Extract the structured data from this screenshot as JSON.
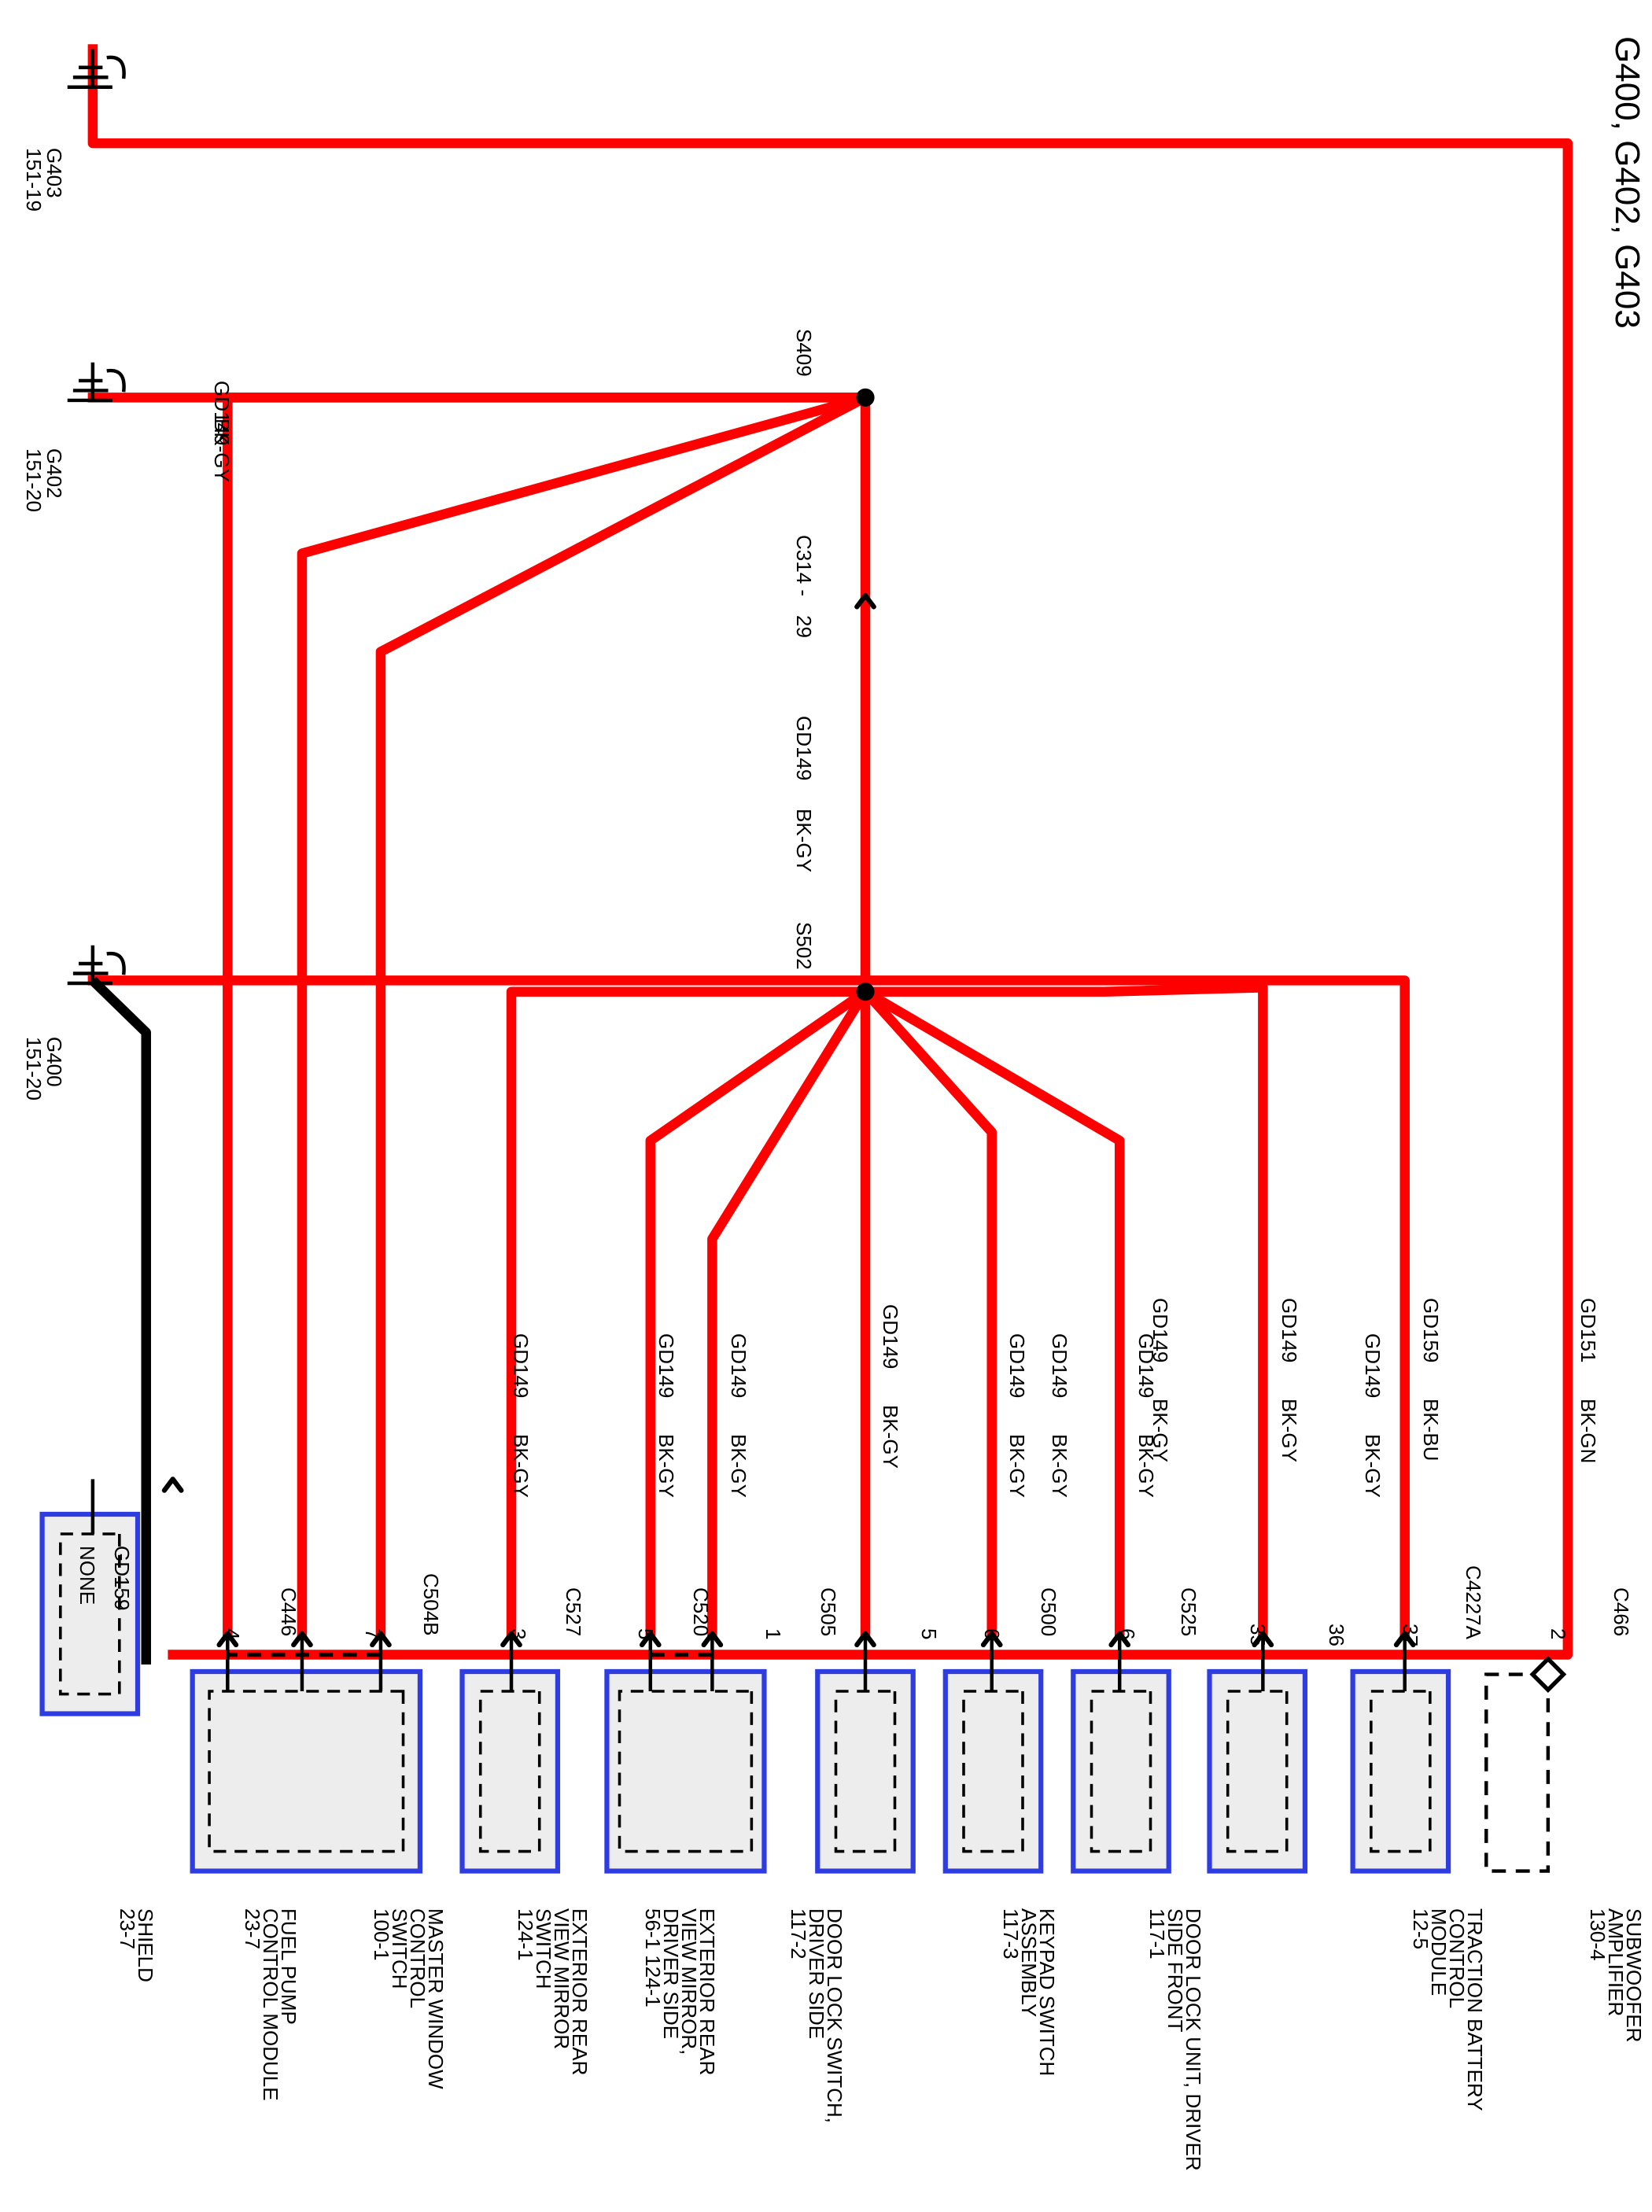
{
  "title": "G400, G402, G403",
  "grounds": [
    {
      "id": "G403",
      "ref": "151-19"
    },
    {
      "id": "G402",
      "ref": "151-20"
    },
    {
      "id": "G400",
      "ref": "151-20"
    }
  ],
  "top_wire": {
    "circuit": "GD149",
    "color": "BK-GY"
  },
  "splices": [
    {
      "id": "S409"
    },
    {
      "id": "S502"
    }
  ],
  "inline_connector": {
    "label": "C314 -",
    "pin": "29"
  },
  "trunk": {
    "circuit": "GD149",
    "color": "BK-GY"
  },
  "branches": [
    {
      "circuit": "GD159",
      "color": "BK-BU"
    },
    {
      "circuit": "GD149",
      "color": "BK-GY"
    },
    {
      "circuit": "GD149",
      "color": "BK-GY"
    },
    {
      "circuit": "GD149",
      "color": "BK-GY"
    },
    {
      "circuit": "GD149",
      "color": "BK-GY"
    },
    {
      "circuit": "GD149",
      "color": "BK-GY"
    },
    {
      "circuit": "GD149",
      "color": "BK-GY"
    },
    {
      "circuit": "GD149",
      "color": "BK-GY"
    },
    {
      "circuit": "GD149",
      "color": "BK-GY"
    },
    {
      "circuit": "GD149",
      "color": "BK-GY"
    },
    {
      "circuit": "GD149",
      "color": "BK-GY"
    },
    {
      "circuit": "GD151",
      "color": "BK-GN"
    }
  ],
  "shield_wire": {
    "circuit": "GD159",
    "color": "NONE"
  },
  "components": [
    {
      "connector": "C446",
      "pins": [
        "4"
      ],
      "name": [
        "FUEL PUMP",
        "CONTROL MODULE",
        "23-7"
      ]
    },
    {
      "connector": "C504B",
      "pins": [
        "7"
      ],
      "name": [
        "MASTER WINDOW",
        "CONTROL",
        "SWITCH",
        "100-1"
      ]
    },
    {
      "connector": "C527",
      "pins": [
        "3"
      ],
      "name": [
        "EXTERIOR REAR",
        "VIEW MIRROR",
        "SWITCH",
        "124-1"
      ]
    },
    {
      "connector": "C520",
      "pins": [
        "5"
      ],
      "name": [
        "EXTERIOR REAR",
        "VIEW MIRROR,",
        "DRIVER SIDE",
        "56-1   124-1"
      ]
    },
    {
      "connector": "C505",
      "pins": [
        "1"
      ],
      "name": [
        "DOOR LOCK SWITCH,",
        "DRIVER SIDE",
        "117-2"
      ]
    },
    {
      "connector": "C500",
      "pins": [
        "5",
        "6"
      ],
      "name": [
        "KEYPAD SWITCH",
        "ASSEMBLY",
        "117-3"
      ]
    },
    {
      "connector": "C525",
      "pins": [
        "6"
      ],
      "name": [
        "DOOR LOCK UNIT, DRIVER",
        "SIDE FRONT",
        "117-1"
      ]
    },
    {
      "connector": "C4227A",
      "pins": [
        "35",
        "36",
        "37"
      ],
      "name": [
        "TRACTION BATTERY",
        "CONTROL",
        "MODULE",
        "12-5"
      ]
    },
    {
      "connector": "C466",
      "pins": [
        "2"
      ],
      "name": [
        "SUBWOOFER",
        "AMPLIFIER",
        "130-4"
      ]
    }
  ],
  "shield": {
    "name": [
      "SHIELD",
      "23-7"
    ]
  },
  "colors": {
    "wire": "#ff0000",
    "ground_wire": "#000000",
    "component_border": "#2f3de0",
    "component_fill": "#ededed"
  }
}
